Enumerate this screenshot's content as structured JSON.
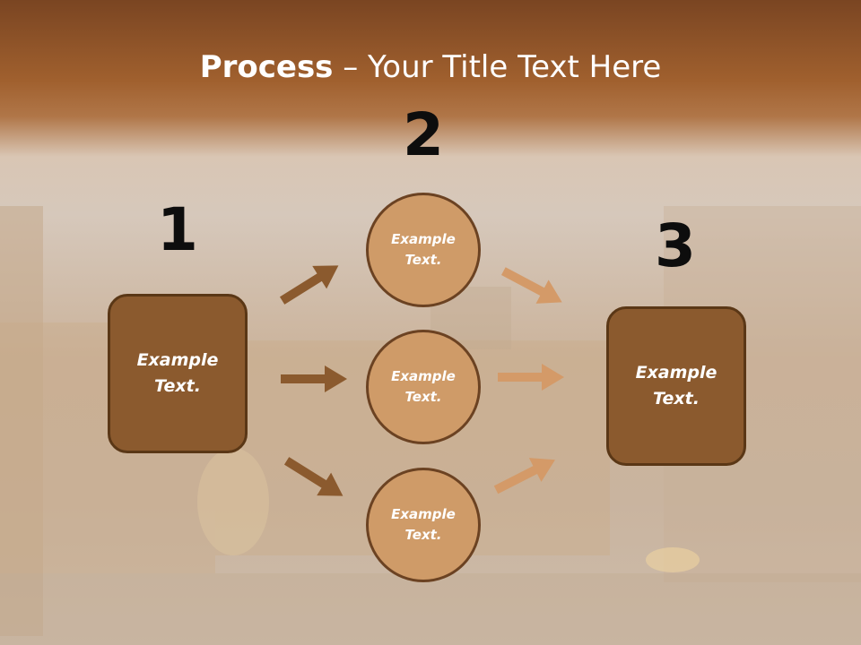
{
  "title": {
    "bold": "Process",
    "rest": " – Your Title Text Here"
  },
  "steps": [
    "1",
    "2",
    "3"
  ],
  "boxes": {
    "left": "Example\nText.",
    "right": "Example\nText."
  },
  "circles": [
    "Example\nText.",
    "Example\nText.",
    "Example\nText."
  ],
  "colors": {
    "box_fill": "#8b5a2e",
    "circle_fill": "#cf9b68",
    "arrow_dark": "#8b5a2e",
    "arrow_light": "#d49a68"
  }
}
